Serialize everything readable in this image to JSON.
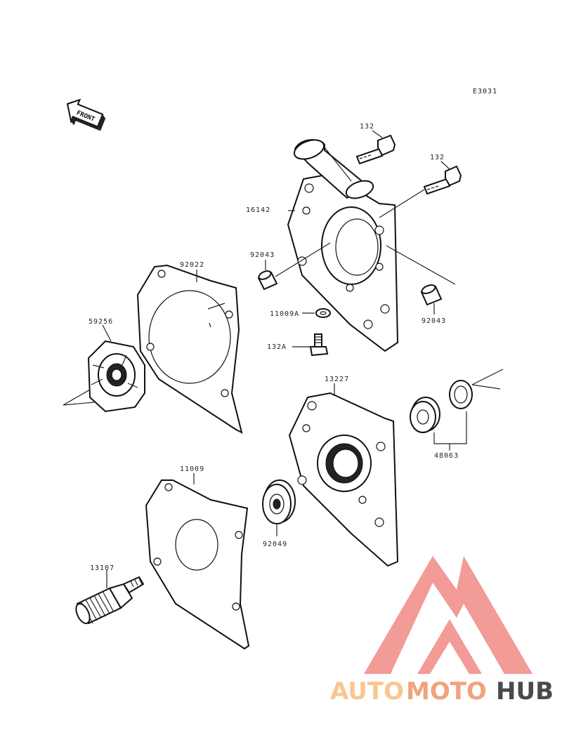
{
  "diagram_code": "E3031",
  "front_label": "FRONT",
  "parts": [
    {
      "id": "132_top",
      "label": "132"
    },
    {
      "id": "132_right",
      "label": "132"
    },
    {
      "id": "16142",
      "label": "16142"
    },
    {
      "id": "92043_left",
      "label": "92043"
    },
    {
      "id": "92043_right",
      "label": "92043"
    },
    {
      "id": "11009A",
      "label": "11009A"
    },
    {
      "id": "92022",
      "label": "92022"
    },
    {
      "id": "132A",
      "label": "132A"
    },
    {
      "id": "59256",
      "label": "59256"
    },
    {
      "id": "13227",
      "label": "13227"
    },
    {
      "id": "48063",
      "label": "48063"
    },
    {
      "id": "11009",
      "label": "11009"
    },
    {
      "id": "92049",
      "label": "92049"
    },
    {
      "id": "13107",
      "label": "13107"
    }
  ],
  "watermark": {
    "part1": "AUTO",
    "part2": "MOTO",
    "part3": "HUB",
    "color_light": "#f6c890",
    "color_mid": "#f0a37c",
    "color_dark": "#4a4a4a",
    "logo_color": "#f08a86"
  }
}
